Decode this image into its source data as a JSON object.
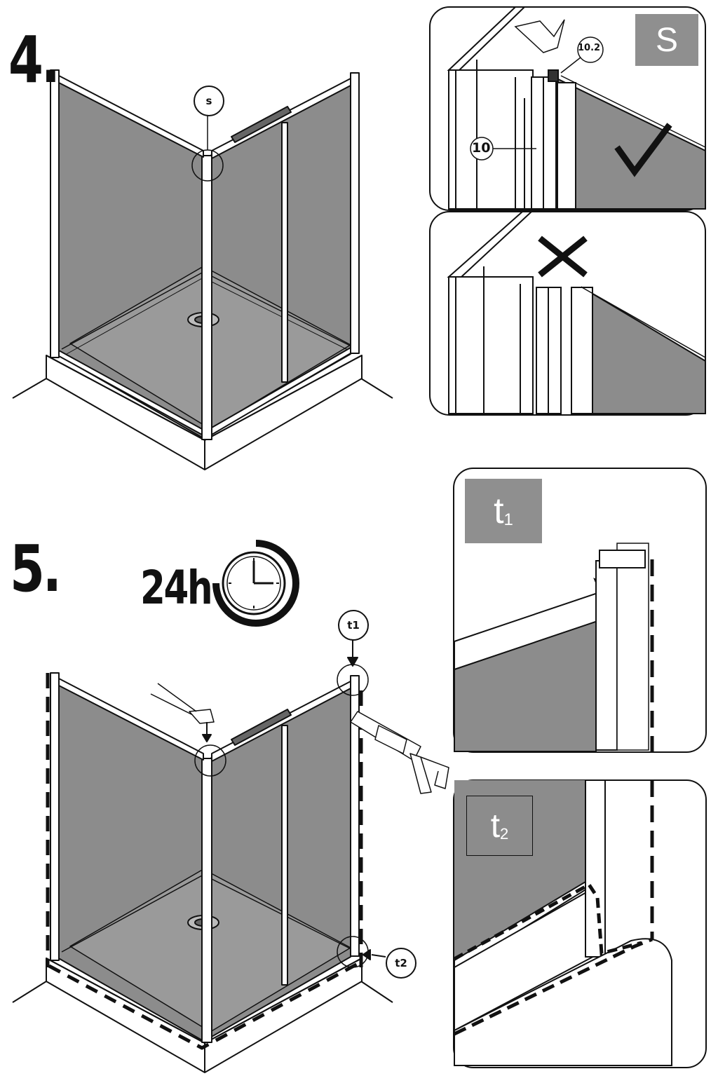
{
  "step4": {
    "number": "4.",
    "callout_s": "s",
    "detail_badge": "S",
    "part_10": "10",
    "part_10_2": "10.2"
  },
  "step5": {
    "number": "5.",
    "cure_time": "24h",
    "callout_t1": "t1",
    "callout_t2": "t2",
    "detail_t1": {
      "base": "t",
      "sub": "1"
    },
    "detail_t2": {
      "base": "t",
      "sub": "2"
    }
  },
  "colors": {
    "glass": "#8c8c8c",
    "badge": "#8f8f8f",
    "line": "#111111"
  }
}
